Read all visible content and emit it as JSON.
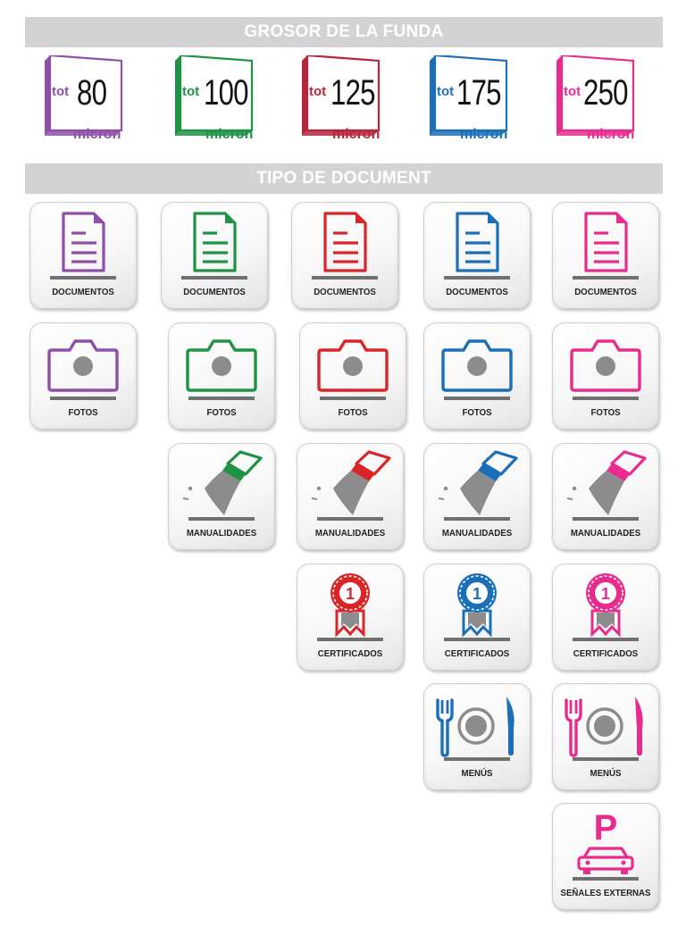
{
  "sections": {
    "thickness_title": "GROSOR DE LA FUNDA",
    "document_title": "TIPO DE DOCUMENT"
  },
  "colors": {
    "purple": "#8e4fa7",
    "green": "#1f9345",
    "red": "#d92428",
    "blue": "#1b6eb8",
    "pink": "#e72c8e",
    "banner": "#d3d3d3",
    "gray_icon": "#8c8c8c"
  },
  "thickness": [
    {
      "tot": "tot",
      "value": "80",
      "unit": "micron",
      "color": "#8e4fa7",
      "icon": "pouch-box-icon"
    },
    {
      "tot": "tot",
      "value": "100",
      "unit": "micron",
      "color": "#1f9345",
      "icon": "pouch-box-icon"
    },
    {
      "tot": "tot",
      "value": "125",
      "unit": "micron",
      "color": "#b8263b",
      "icon": "pouch-box-icon"
    },
    {
      "tot": "tot",
      "value": "175",
      "unit": "micron",
      "color": "#1b6eb8",
      "icon": "pouch-box-icon"
    },
    {
      "tot": "tot",
      "value": "250",
      "unit": "micron",
      "color": "#e72c8e",
      "icon": "pouch-box-icon"
    }
  ],
  "document_types": {
    "documentos": "DOCUMENTOS",
    "fotos": "FOTOS",
    "manualidades": "MANUALIDADES",
    "certificados": "CERTIFICADOS",
    "menus": "MENÚS",
    "senales": "SEÑALES EXTERNAS"
  },
  "tiles": [
    {
      "type": "documentos",
      "icon": "document-icon",
      "color": "#8e4fa7"
    },
    {
      "type": "documentos",
      "icon": "document-icon",
      "color": "#1f9345"
    },
    {
      "type": "documentos",
      "icon": "document-icon",
      "color": "#d92428"
    },
    {
      "type": "documentos",
      "icon": "document-icon",
      "color": "#1b6eb8"
    },
    {
      "type": "documentos",
      "icon": "document-icon",
      "color": "#e72c8e"
    },
    {
      "type": "fotos",
      "icon": "camera-icon",
      "color": "#8e4fa7"
    },
    {
      "type": "fotos",
      "icon": "camera-icon",
      "color": "#1f9345"
    },
    {
      "type": "fotos",
      "icon": "camera-icon",
      "color": "#d92428"
    },
    {
      "type": "fotos",
      "icon": "camera-icon",
      "color": "#1b6eb8"
    },
    {
      "type": "fotos",
      "icon": "camera-icon",
      "color": "#e72c8e"
    },
    {
      "type": "manualidades",
      "icon": "glue-brush-icon",
      "color": "#1f9345"
    },
    {
      "type": "manualidades",
      "icon": "glue-brush-icon",
      "color": "#d92428"
    },
    {
      "type": "manualidades",
      "icon": "glue-brush-icon",
      "color": "#1b6eb8"
    },
    {
      "type": "manualidades",
      "icon": "glue-brush-icon",
      "color": "#e72c8e"
    },
    {
      "type": "certificados",
      "icon": "award-ribbon-icon",
      "color": "#d92428",
      "badge": "1"
    },
    {
      "type": "certificados",
      "icon": "award-ribbon-icon",
      "color": "#1b6eb8",
      "badge": "1"
    },
    {
      "type": "certificados",
      "icon": "award-ribbon-icon",
      "color": "#e72c8e",
      "badge": "1"
    },
    {
      "type": "menus",
      "icon": "cutlery-plate-icon",
      "color": "#1b6eb8"
    },
    {
      "type": "menus",
      "icon": "cutlery-plate-icon",
      "color": "#e72c8e"
    },
    {
      "type": "senales",
      "icon": "parking-car-icon",
      "color": "#e72c8e",
      "badge": "P"
    }
  ]
}
